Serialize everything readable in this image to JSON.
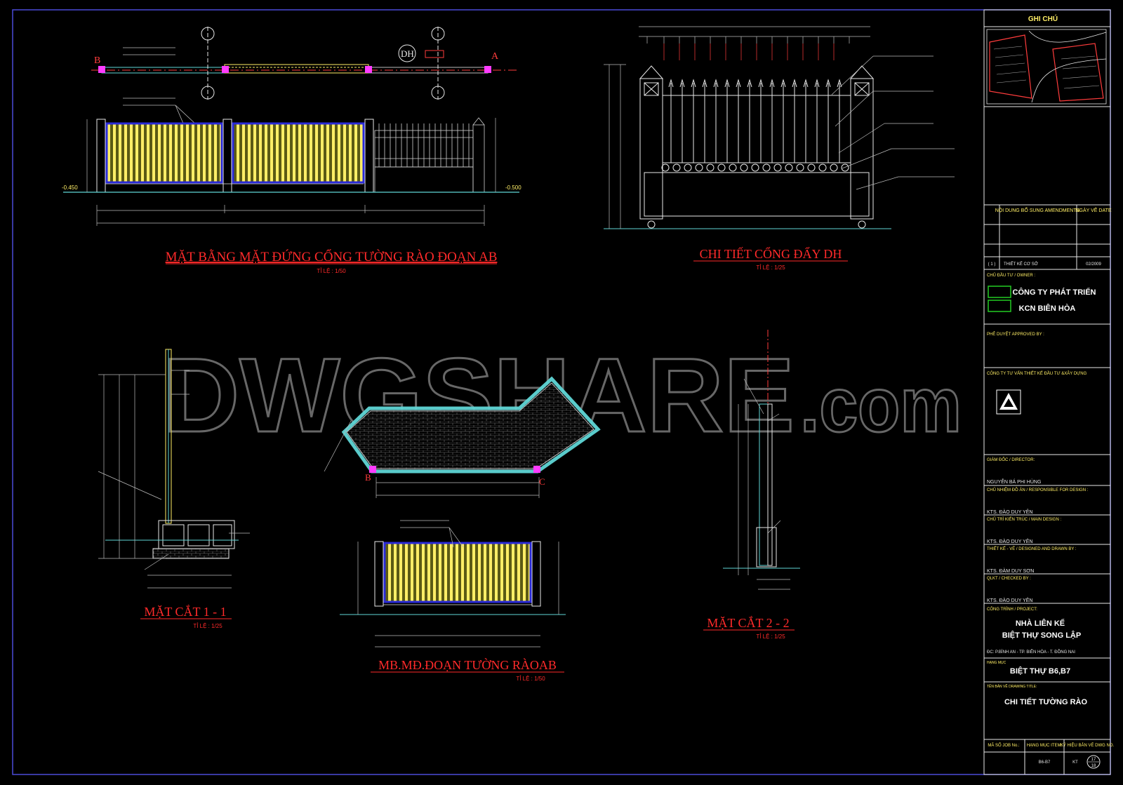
{
  "colors": {
    "background": "#000000",
    "frame": "#4b4bd8",
    "white_line": "#e8e8e8",
    "red_title": "#ff2a2a",
    "yellow_fill": "#ffee66",
    "blue_frame": "#2a2ad8",
    "cyan_line": "#5fd6d6",
    "green_box": "#22cc22",
    "magenta_point": "#ff3cff"
  },
  "watermark": {
    "text": "DWGSHARE",
    "suffix": ".com"
  },
  "drawings": {
    "elevation_ab": {
      "title": "MẶT BẰNG MẶT ĐỨNG CỔNG TƯỜNG RÀO ĐOẠN AB",
      "scale": "TỈ LỆ : 1/50",
      "label_a": "A",
      "label_b": "B",
      "gate_tag": "DH"
    },
    "gate_detail": {
      "title": "CHI TIẾT CỔNG ĐẨY DH",
      "scale": "TỈ LỆ : 1/25"
    },
    "section_11": {
      "title": "MẶT CẮT 1 - 1",
      "scale": "TỈ LỆ : 1/25"
    },
    "plan_wall": {
      "title": "MB.MĐ.ĐOẠN TƯỜNG RÀOAB",
      "scale": "TỈ LỆ : 1/50",
      "label_b": "B",
      "label_c": "C"
    },
    "section_22": {
      "title": "MẶT CẮT 2 - 2",
      "scale": "TỈ LỆ : 1/25"
    }
  },
  "title_block": {
    "notes_header": "GHI CHÚ",
    "amend_header": "NỘI DUNG BỔ SUNG AMENDMENTS",
    "date_header": "NGÀY VẼ DATE",
    "rev_no": "( 1 )",
    "rev_text": "THIẾT KẾ CƠ SỞ",
    "rev_date": "02/2009",
    "owner_label": "CHỦ ĐẦU TƯ / OWNER :",
    "owner_line1": "CÔNG TY PHÁT TRIỂN",
    "owner_line2": "KCN BIÊN HÒA",
    "approved_label": "PHÊ DUYỆT APPROVED BY :",
    "consultant_label": "CÔNG TY TƯ VẤN THIẾT KẾ ĐẦU TƯ &XÂY DỰNG",
    "director_label": "GIÁM ĐỐC / DIRECTOR:",
    "director_name": "NGUYỄN BÁ PHI HÙNG",
    "responsible_label": "CHỦ NHIỆM ĐỒ ÁN / RESPONSIBLE FOR DESIGN :",
    "responsible_name": "KTS. ĐÀO DUY YÊN",
    "main_design_label": "CHỦ TRÌ KIẾN TRÚC / MAIN DESIGN :",
    "main_design_name": "KTS. ĐÀO DUY YÊN",
    "drawn_label": "THIẾT KẾ - VẼ / DESIGNED AND DRAWN BY :",
    "drawn_name": "KTS. ĐÀM DUY SƠN",
    "checked_label": "QLKT / CHECKED BY :",
    "checked_name": "KTS. ĐÀO DUY YÊN",
    "project_label": "CÔNG TRÌNH / PROJECT:",
    "project_line1": "NHÀ LIÊN KẾ",
    "project_line2": "BIỆT THỰ SONG LẬP",
    "address": "ĐC: P.BÌNH AN - TP. BIÊN HÒA - T. ĐỒNG NAI",
    "item_label": "HẠNG MỤC",
    "item_value": "BIỆT THỰ B6,B7",
    "drawing_label": "TÊN BẢN VẼ DRAWING TITLE:",
    "drawing_value": "CHI TIẾT TƯỜNG RÀO",
    "job_label": "MÃ SỐ JOB No.:",
    "job_item_label": "HẠNG MỤC ITEM:",
    "dwg_label": "KÝ HIỆU BẢN VẼ DWG NO.",
    "job_item_value": "B6-B7",
    "dwg_prefix": "KT",
    "dwg_number": "17",
    "dwg_total": "18"
  }
}
